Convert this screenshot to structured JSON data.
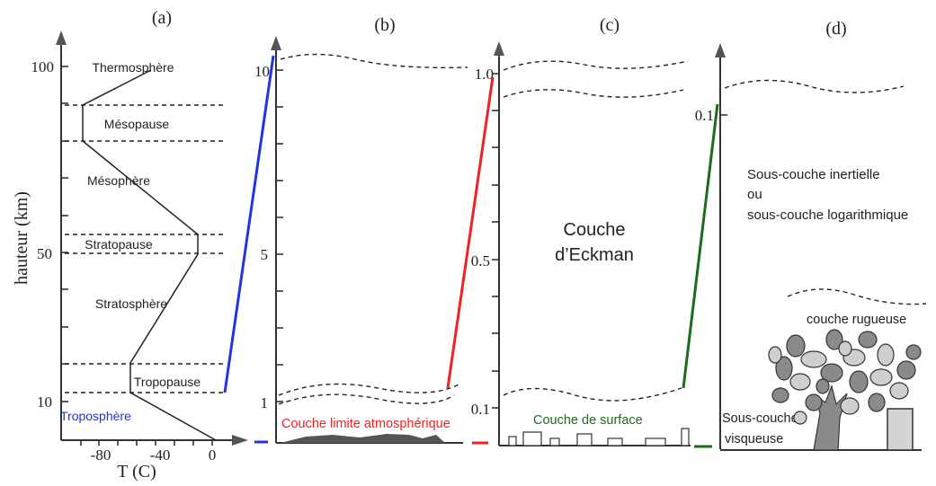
{
  "panels": {
    "a": {
      "label": "(a)",
      "y_axis_label": "hauteur (km)",
      "x_axis_label": "T (C)",
      "y_ticks": [
        "100",
        "50",
        "10"
      ],
      "x_ticks": [
        "-80",
        "-40",
        "0"
      ],
      "layers": [
        "Thermosphère",
        "Mésopause",
        "Mésophère",
        "Stratopause",
        "Stratosphère",
        "Tropopause",
        "Troposphère"
      ]
    },
    "b": {
      "label": "(b)",
      "y_ticks": [
        "10",
        "5",
        "1"
      ],
      "caption": "Couche limite atmosphérique"
    },
    "c": {
      "label": "(c)",
      "y_ticks": [
        "1.0",
        "0.5",
        "0.1"
      ],
      "title_line1": "Couche",
      "title_line2": "d’Eckman",
      "caption": "Couche de surface"
    },
    "d": {
      "label": "(d)",
      "y_ticks": [
        "0.1"
      ],
      "text_line1": "Sous-couche inertielle",
      "text_line2": "ou",
      "text_line3": "sous-couche logarithmique",
      "rough_label": "couche rugueuse",
      "visc_line1": "Sous-couche",
      "visc_line2": "visqueuse"
    }
  },
  "colors": {
    "blue": "#1f35e0",
    "red": "#ee2222",
    "green": "#1e6b1e",
    "tree_fill": "#8a8a8a",
    "ground": "#555555"
  }
}
